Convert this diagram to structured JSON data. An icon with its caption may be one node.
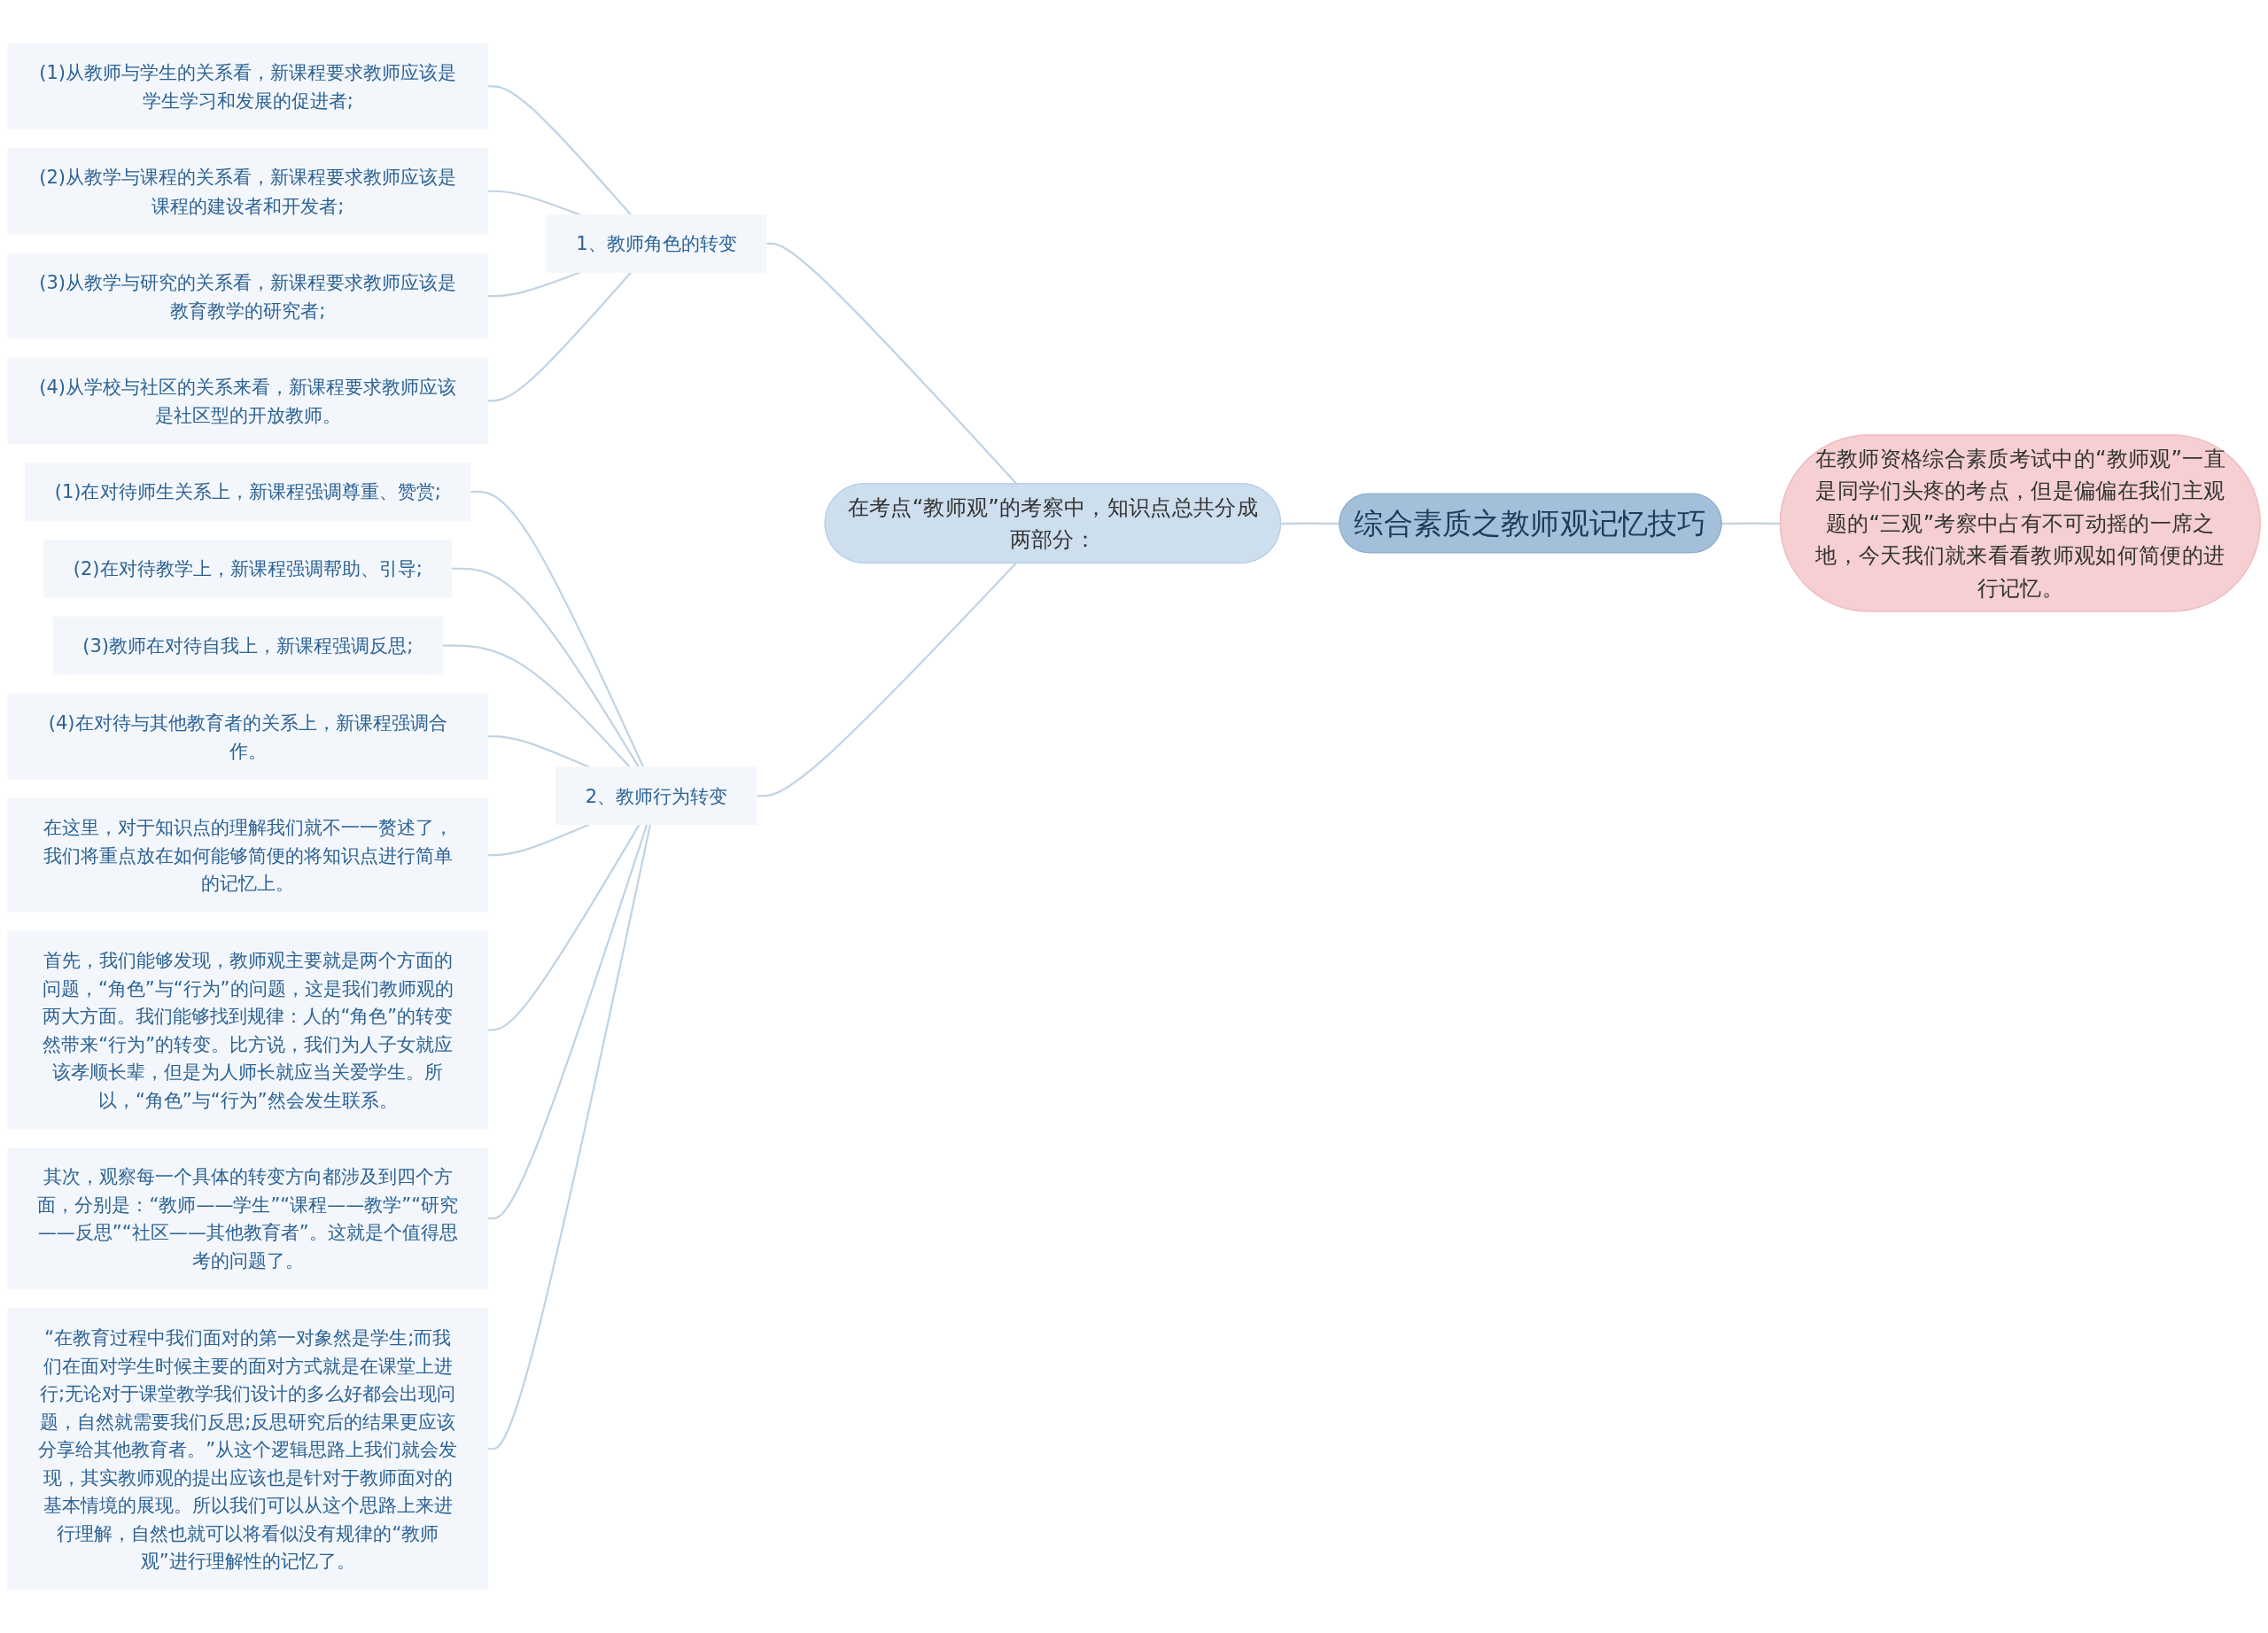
{
  "diagram": {
    "nodes": [
      {
        "text": [
          "综合素质之教师观记忆技巧"
        ]
      },
      {
        "text": [
          "在教师资格综合素质考试中的“教师观”一直是同学们头疼的考点，但是偏偏在我们主观题的“三观”考察中占有不可动摇的一席之地，今天我们就来看看教师观如何简便的进行记忆。"
        ]
      },
      {
        "text": [
          "在考点“教师观”的考察中，知识点总共分成两部分："
        ]
      },
      {
        "text": [
          "1、教师角色的转变"
        ]
      },
      {
        "text": [
          "(1)从教师与学生的关系看，新课程要求教师应该是学生学习和发展的促进者;"
        ]
      },
      {
        "text": [
          "(2)从教学与课程的关系看，新课程要求教师应该是课程的建设者和开发者;"
        ]
      },
      {
        "text": [
          "(3)从教学与研究的关系看，新课程要求教师应该是教育教学的研究者;"
        ]
      },
      {
        "text": [
          "(4)从学校与社区的关系来看，新课程要求教师应该是社区型的开放教师。"
        ]
      },
      {
        "text": [
          "2、教师行为转变"
        ]
      },
      {
        "text": [
          "(1)在对待师生关系上，新课程强调尊重、赞赏;"
        ]
      },
      {
        "text": [
          "(2)在对待教学上，新课程强调帮助、引导;"
        ]
      },
      {
        "text": [
          "(3)教师在对待自我上，新课程强调反思;"
        ]
      },
      {
        "text": [
          "(4)在对待与其他教育者的关系上，新课程强调合作。"
        ]
      },
      {
        "text": [
          "在这里，对于知识点的理解我们就不一一赘述了，我们将重点放在如何能够简便的将知识点进行简单的记忆上。"
        ]
      },
      {
        "text": [
          "首先，我们能够发现，教师观主要就是两个方面的问题，“角色”与“行为”的问题，这是我们教师观的两大方面。我们能够找到规律：人的“角色”的转变然带来“行为”的转变。比方说，我们为人子女就应该孝顺长辈，但是为人师长就应当关爱学生。所以，“角色”与“行为”然会发生联系。"
        ]
      },
      {
        "text": [
          "其次，观察每一个具体的转变方向都涉及到四个方面，分别是：“教师——学生”“课程——教学”“研究——反思”“社区——其他教育者”。这就是个值得思考的问题了。"
        ]
      },
      {
        "text": [
          "“在教育过程中我们面对的第一对象然是学生;而我们在面对学生时候主要的面对方式就是在课堂上进行;无论对于课堂教学我们设计的多么好都会出现问题，自然就需要我们反思;反思研究后的结果更应该分享给其他教育者。”从这个逻辑思路上我们就会发现，其实教师观的提出应该也是针对于教师面对的基本情境的展现。所以我们可以从这个思路上来进行理解，自然也就可以将看似没有规律的“教师观”进行理解性的记忆了。"
        ]
      }
    ],
    "edges": [
      {
        "from": 0,
        "to": 1,
        "arrow": "none"
      },
      {
        "from": 0,
        "to": 2,
        "arrow": "none"
      },
      {
        "from": 2,
        "to": 3,
        "arrow": "none"
      },
      {
        "from": 3,
        "to": 4,
        "arrow": "none"
      },
      {
        "from": 3,
        "to": 5,
        "arrow": "none"
      },
      {
        "from": 3,
        "to": 6,
        "arrow": "none"
      },
      {
        "from": 3,
        "to": 7,
        "arrow": "none"
      },
      {
        "from": 2,
        "to": 8,
        "arrow": "none"
      },
      {
        "from": 8,
        "to": 9,
        "arrow": "none"
      },
      {
        "from": 8,
        "to": 10,
        "arrow": "none"
      },
      {
        "from": 8,
        "to": 11,
        "arrow": "none"
      },
      {
        "from": 8,
        "to": 12,
        "arrow": "none"
      },
      {
        "from": 8,
        "to": 13,
        "arrow": "none"
      },
      {
        "from": 8,
        "to": 14,
        "arrow": "none"
      },
      {
        "from": 8,
        "to": 15,
        "arrow": "none"
      },
      {
        "from": 8,
        "to": 16,
        "arrow": "none"
      }
    ]
  }
}
